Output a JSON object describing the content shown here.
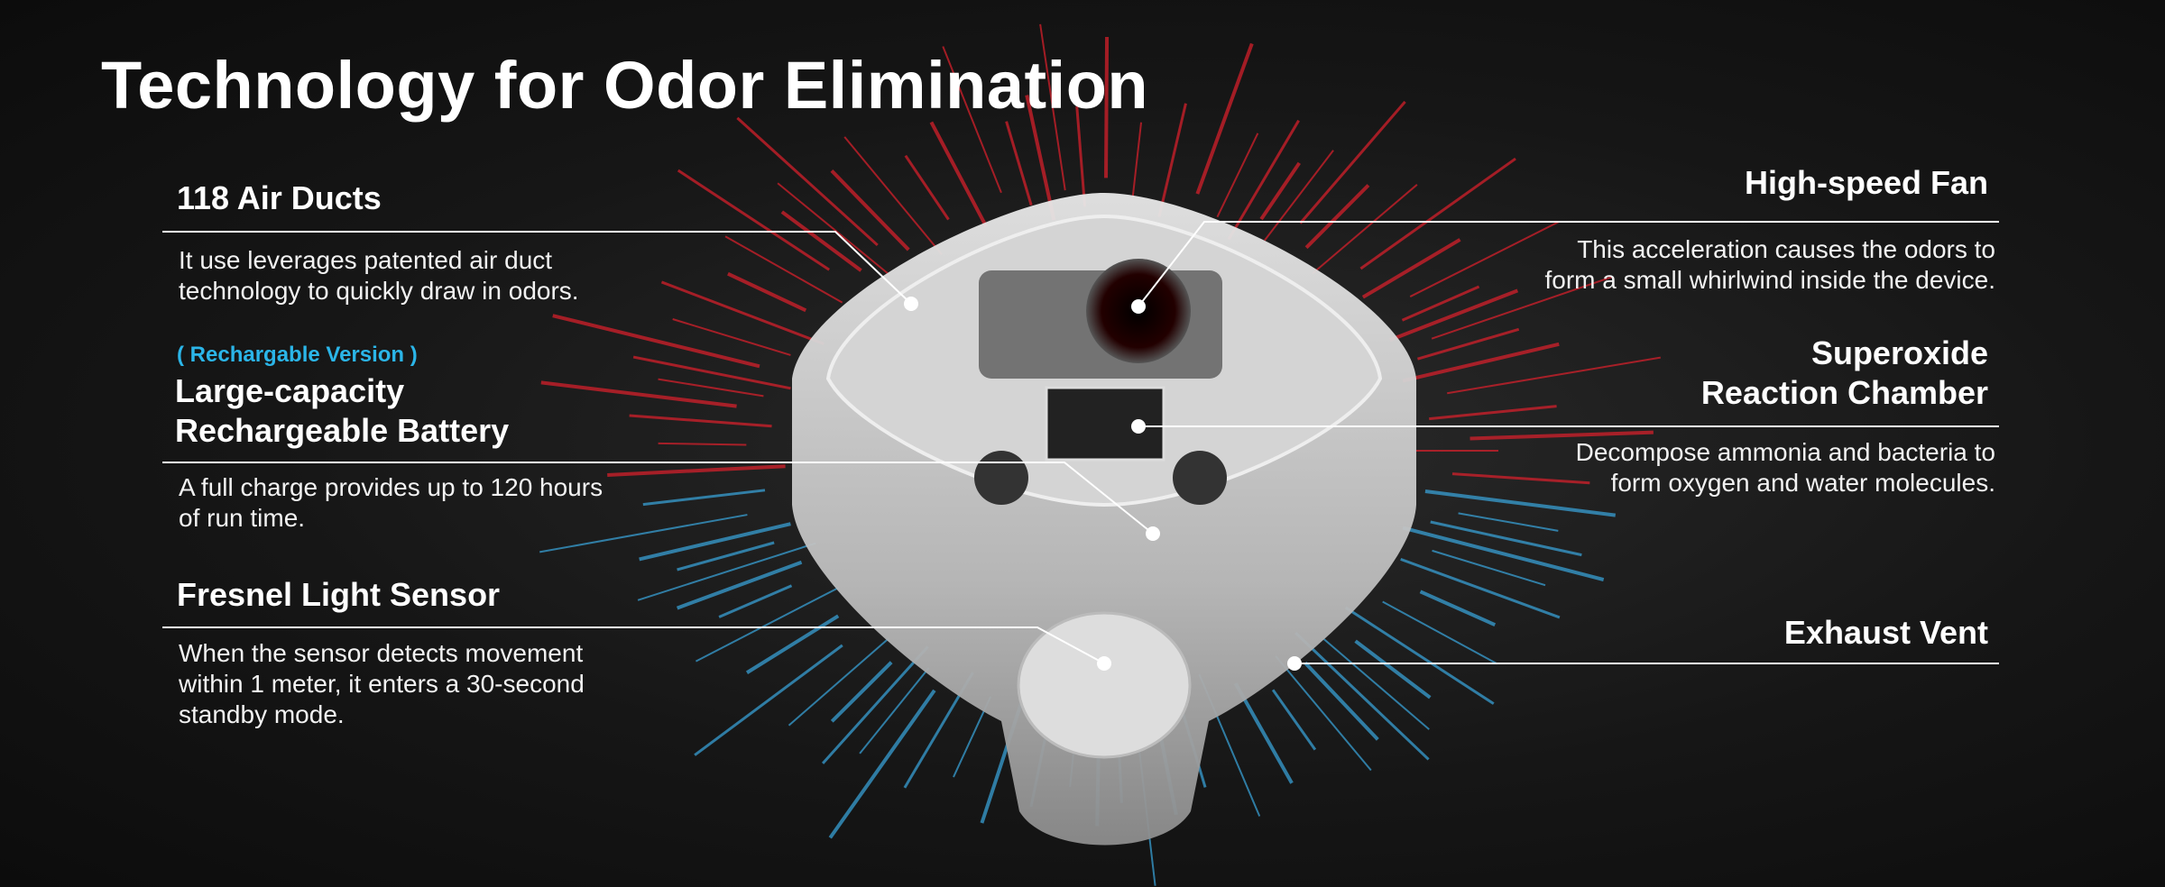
{
  "title": "Technology for Odor Elimination",
  "left": {
    "air_ducts": {
      "heading": "118 Air Ducts",
      "text_lines": [
        "It use leverages patented air duct",
        "technology to quickly draw in odors."
      ]
    },
    "battery": {
      "tag": "( Rechargable Version )",
      "heading_lines": [
        "Large-capacity",
        "Rechargeable Battery"
      ],
      "text_lines": [
        "A full charge provides up to 120 hours",
        "of run time."
      ]
    },
    "sensor": {
      "heading": "Fresnel Light Sensor",
      "text_lines": [
        "When the sensor detects movement",
        "within 1 meter, it enters a 30-second",
        "standby mode."
      ]
    }
  },
  "right": {
    "fan": {
      "heading": "High-speed Fan",
      "text_lines": [
        "This acceleration causes the odors to",
        "form a small whirlwind inside the device."
      ]
    },
    "chamber": {
      "heading_lines": [
        "Superoxide",
        "Reaction Chamber"
      ],
      "text_lines": [
        "Decompose ammonia and bacteria to",
        "form oxygen and water molecules."
      ]
    },
    "vent": {
      "heading": "Exhaust Vent"
    }
  },
  "colors": {
    "accent": "#2bb5e8",
    "intake": "#e0202c",
    "exhaust": "#3aa8e0"
  }
}
